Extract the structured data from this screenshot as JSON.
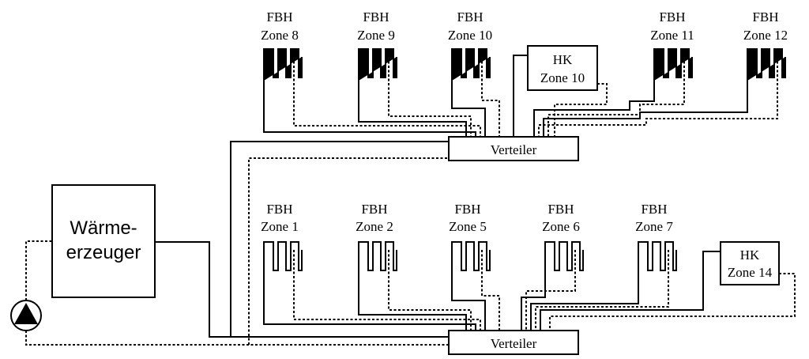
{
  "generator": {
    "line1": "Wärme-",
    "line2": "erzeuger"
  },
  "distributors": {
    "top": "Verteiler",
    "bottom": "Verteiler"
  },
  "zones_top": [
    {
      "type": "FBH",
      "zone": "Zone 8"
    },
    {
      "type": "FBH",
      "zone": "Zone 9"
    },
    {
      "type": "FBH",
      "zone": "Zone 10"
    },
    {
      "type": "FBH",
      "zone": "Zone 11"
    },
    {
      "type": "FBH",
      "zone": "Zone 12"
    }
  ],
  "zones_bottom": [
    {
      "type": "FBH",
      "zone": "Zone 1"
    },
    {
      "type": "FBH",
      "zone": "Zone 2"
    },
    {
      "type": "FBH",
      "zone": "Zone 5"
    },
    {
      "type": "FBH",
      "zone": "Zone 6"
    },
    {
      "type": "FBH",
      "zone": "Zone 7"
    }
  ],
  "radiators": [
    {
      "type": "HK",
      "zone": "Zone 10"
    },
    {
      "type": "HK",
      "zone": "Zone 14"
    }
  ]
}
